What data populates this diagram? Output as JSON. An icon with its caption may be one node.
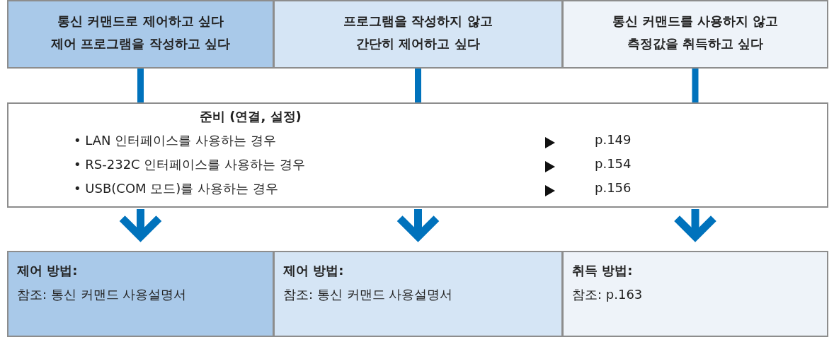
{
  "diagram": {
    "nodes": [
      {
        "text": [
          "통신 커맨드로 제어하고 싶다 제어 프로그램을 작성하고 싶다"
        ]
      },
      {
        "text": [
          "프로그램을 작성하지 않고 간단히 제어하고 싶다"
        ]
      },
      {
        "text": [
          "통신 커맨드를 사용하지 않고 측정값을 취득하고 싶다"
        ]
      },
      {
        "text": [
          "준비 (연결, 설정)",
          "• LAN 인터페이스를 사용하는 경우",
          "• RS-232C 인터페이스를 사용하는 경우",
          "• USB(COM 모드)를 사용하는 경우",
          "p.149",
          "p.154",
          "p.156"
        ]
      },
      {
        "text": [
          "제어 방법:",
          "참조: 통신 커맨드 사용설명서"
        ]
      },
      {
        "text": [
          "제어 방법:",
          "참조: 통신 커맨드 사용설명서"
        ]
      },
      {
        "text": [
          "취득 방법:",
          "참조: p.163"
        ]
      }
    ],
    "edges": [
      {
        "from": 0,
        "to": 3,
        "arrow": "none"
      },
      {
        "from": 1,
        "to": 3,
        "arrow": "none"
      },
      {
        "from": 2,
        "to": 3,
        "arrow": "none"
      },
      {
        "from": 3,
        "to": 4,
        "arrow": "to"
      },
      {
        "from": 3,
        "to": 5,
        "arrow": "to"
      },
      {
        "from": 3,
        "to": 6,
        "arrow": "to"
      }
    ]
  }
}
